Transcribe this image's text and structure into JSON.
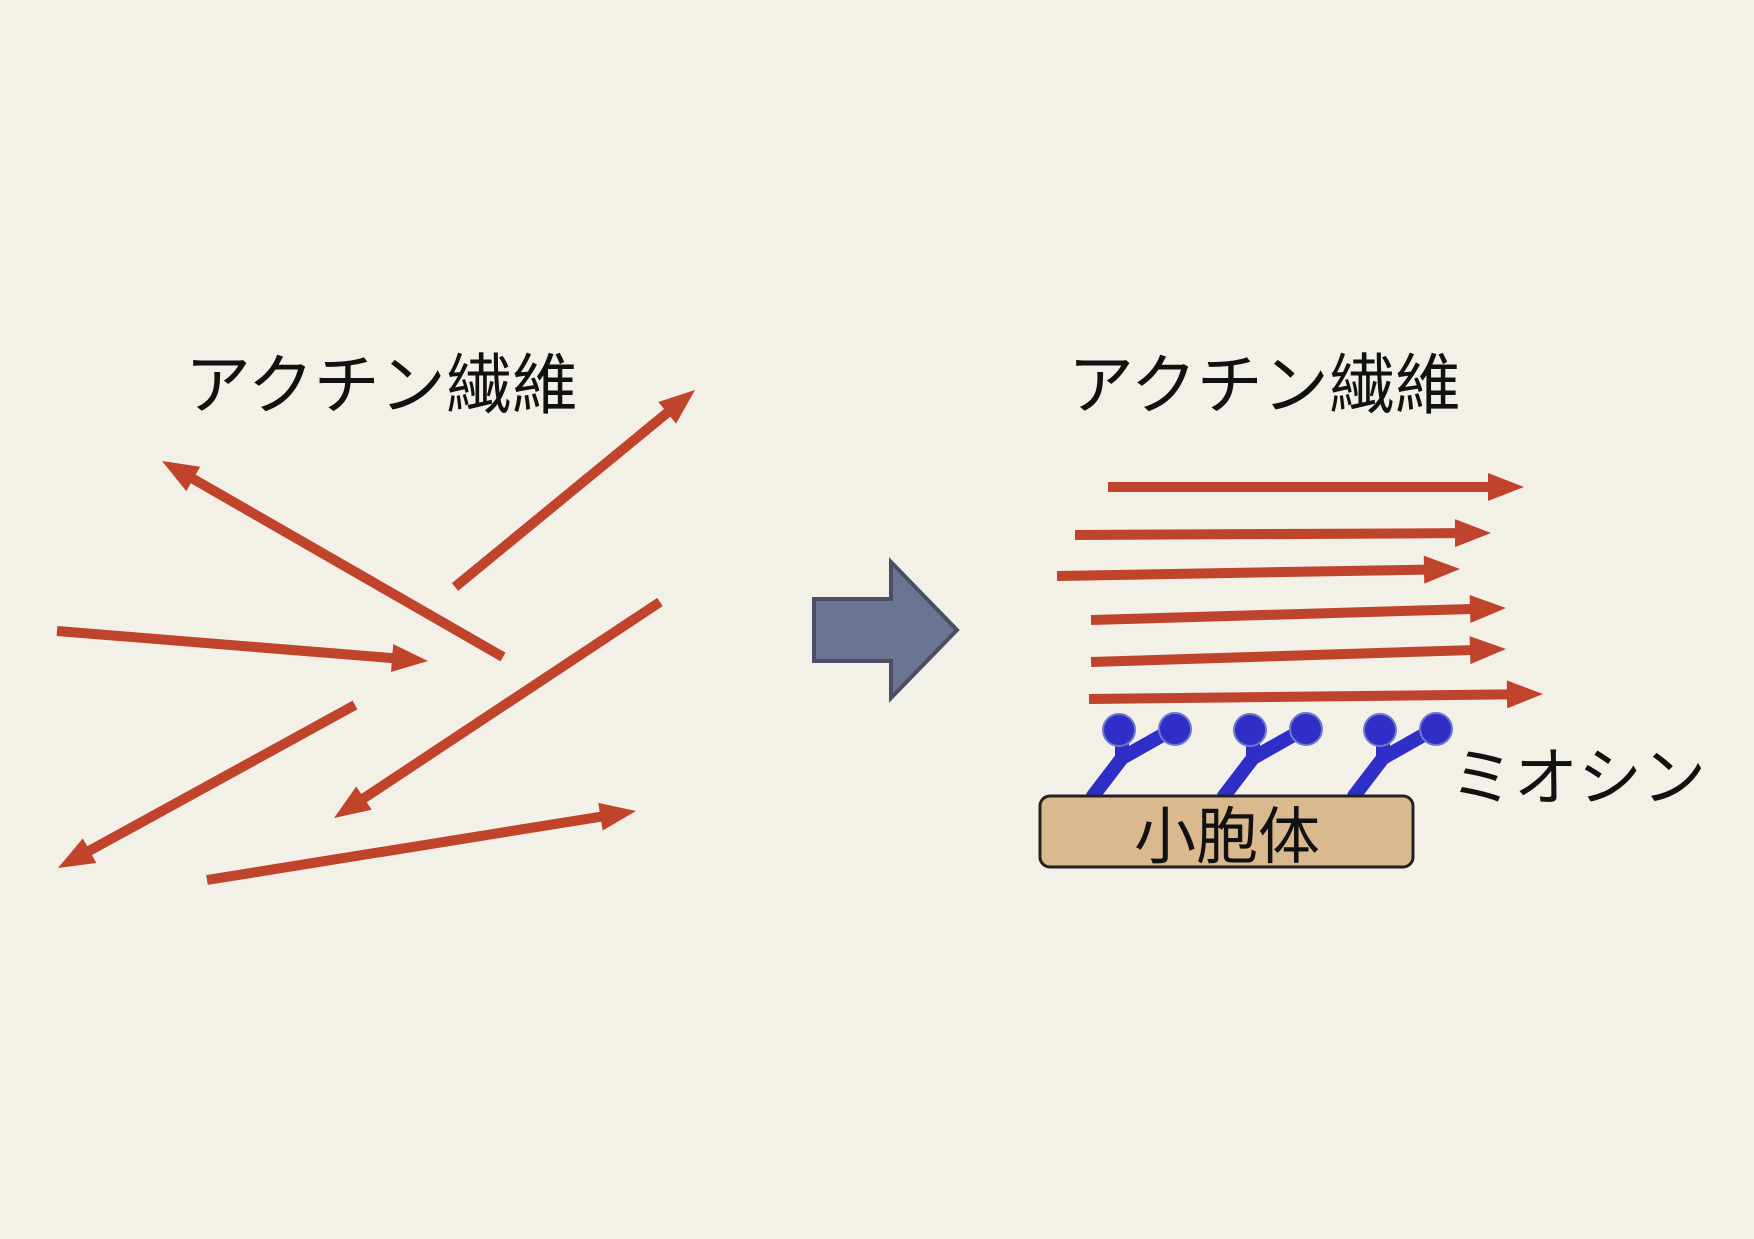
{
  "left_panel": {
    "label": "アクチン繊維"
  },
  "right_panel": {
    "label": "アクチン繊維",
    "myosin_label": "ミオシン",
    "vesicle_label": "小胞体"
  },
  "colors": {
    "background": "#f3f0e8",
    "actin": "#c0432b",
    "transition_arrow": "#6b7591",
    "transition_arrow_stroke": "#4a4f63",
    "myosin": "#2f2fc8",
    "vesicle_fill": "#dab98f",
    "vesicle_stroke": "#222222"
  }
}
